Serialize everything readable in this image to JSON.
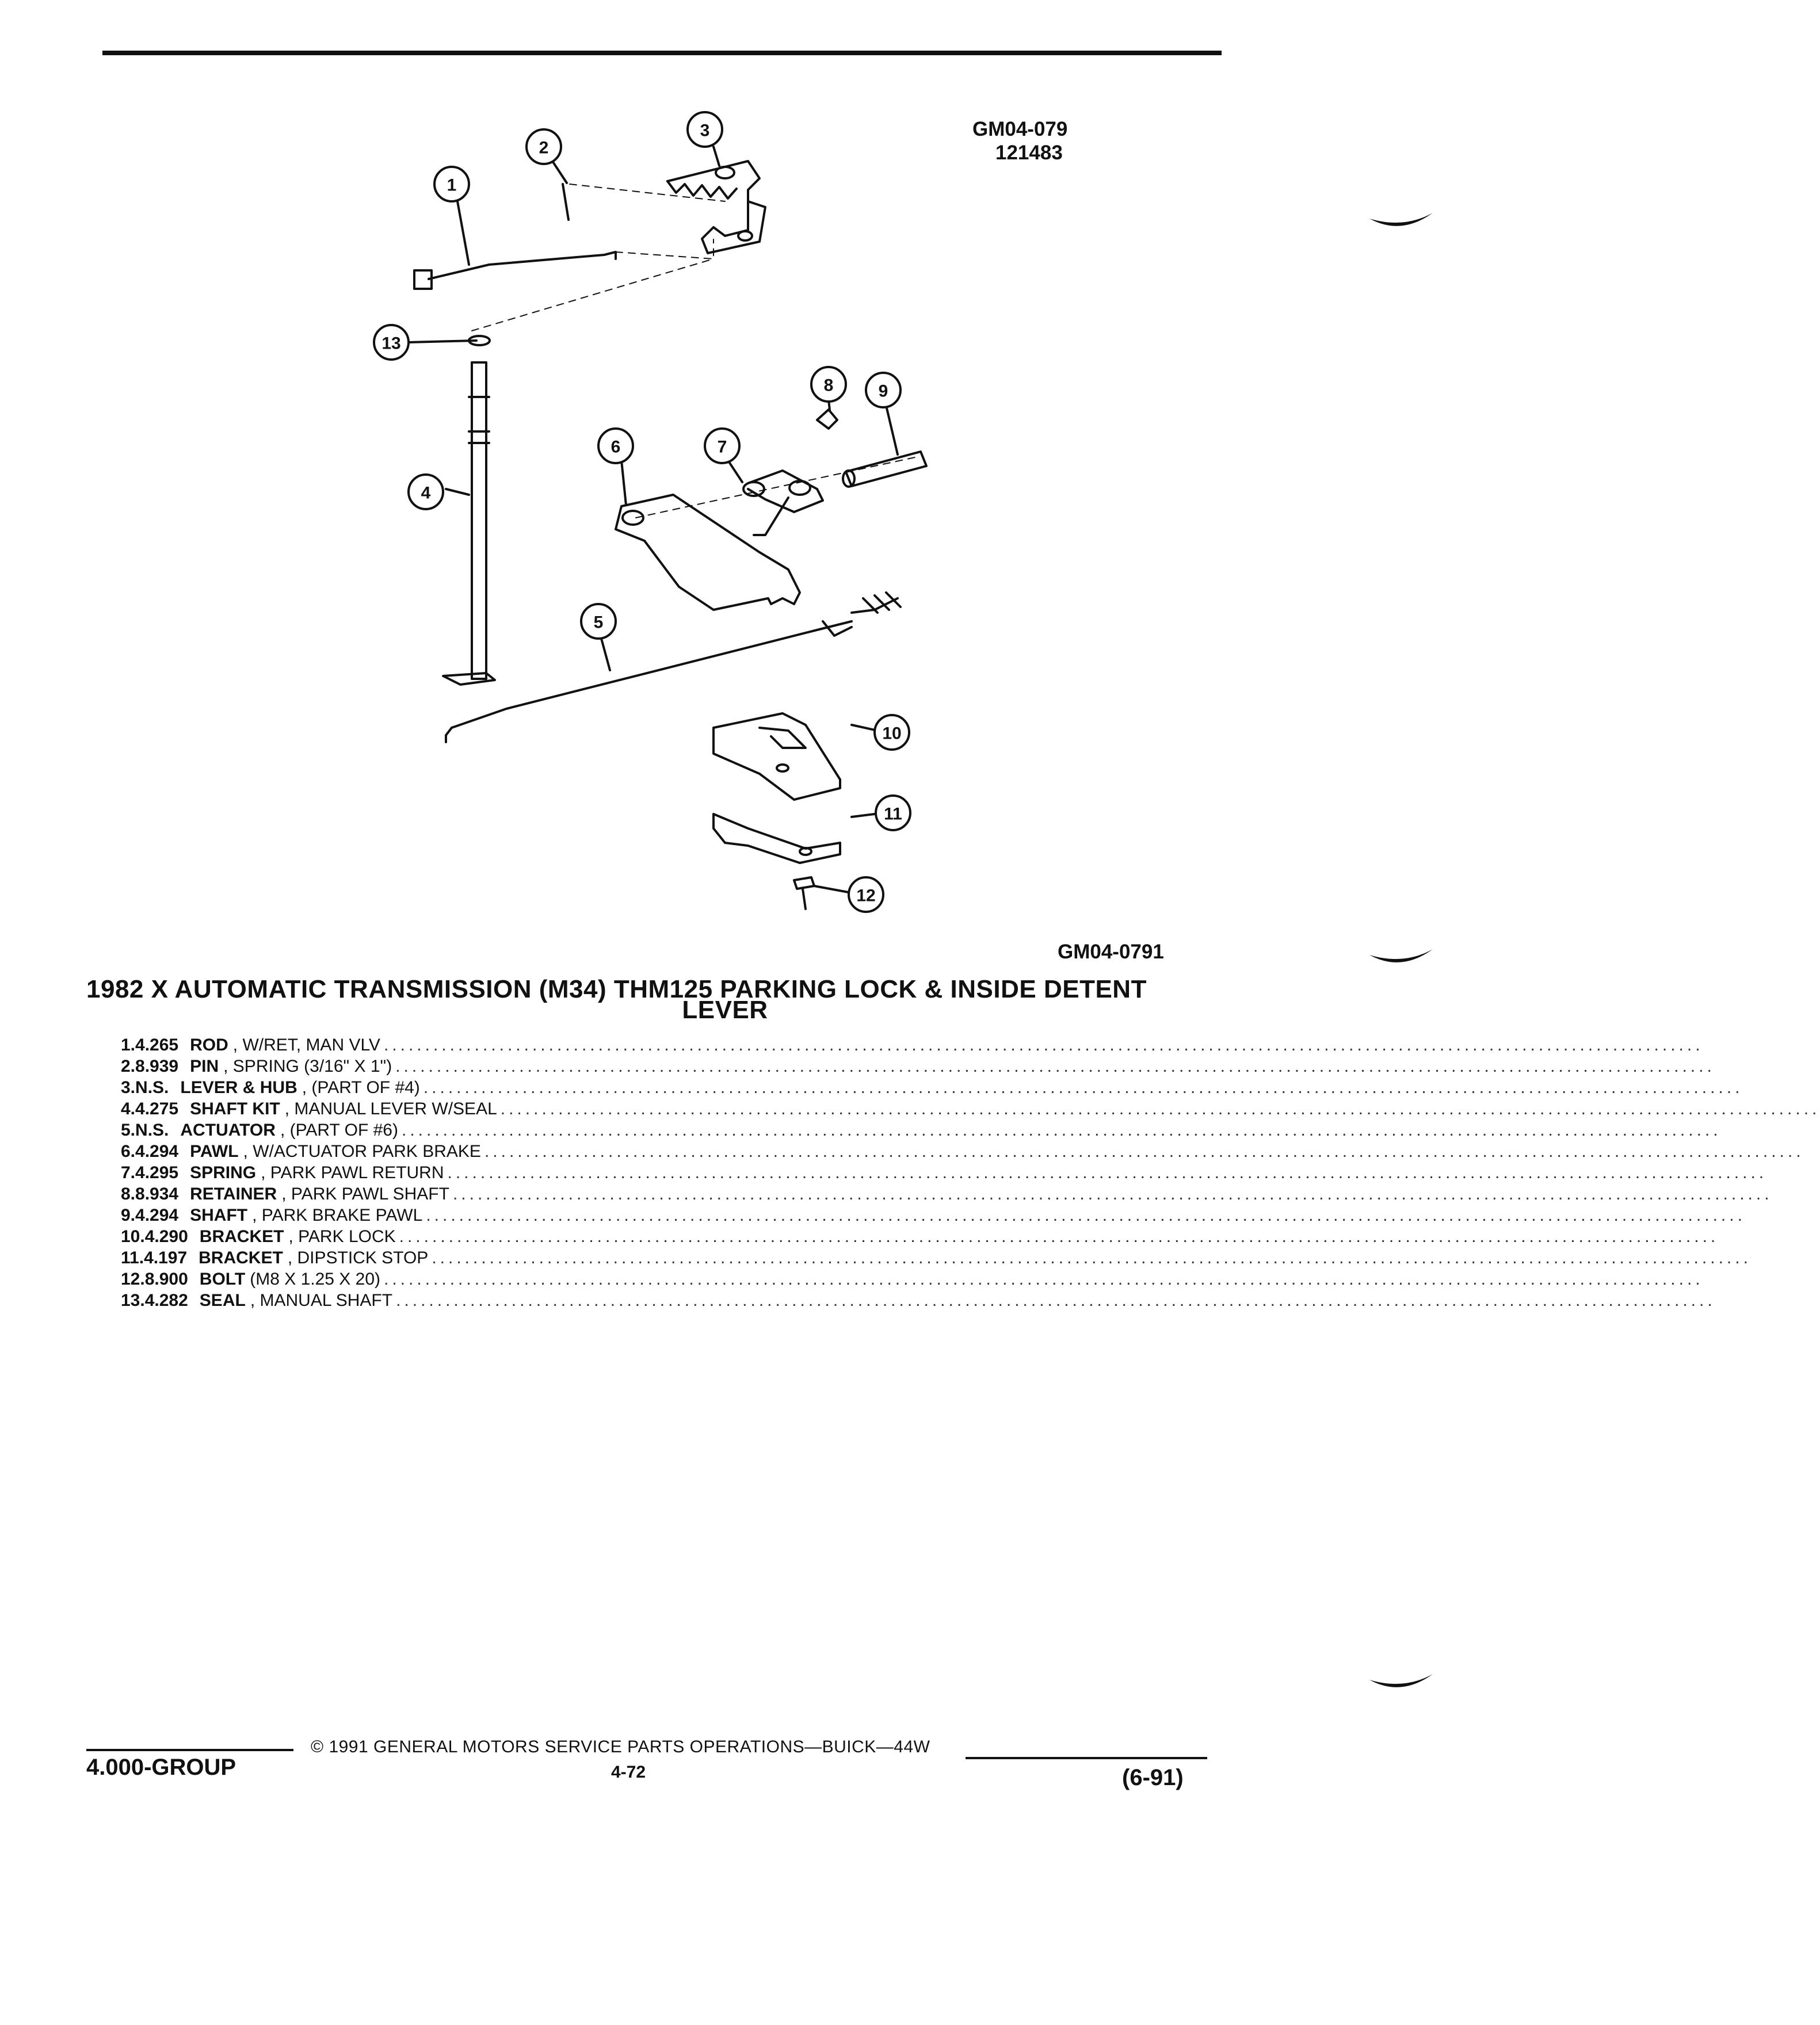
{
  "figure": {
    "code_top": "GM04-079",
    "code_top_sub": "121483",
    "code_bottom": "GM04-0791",
    "callouts": [
      "1",
      "2",
      "3",
      "4",
      "5",
      "6",
      "7",
      "8",
      "9",
      "10",
      "11",
      "12",
      "13"
    ]
  },
  "title": {
    "line1": "1982 X AUTOMATIC TRANSMISSION (M34) THM125 PARKING LOCK & INSIDE DETENT",
    "line2": "LEVER"
  },
  "parts": [
    {
      "num": "1.",
      "code": "4.265",
      "name": "ROD",
      "desc": ", W/RET, MAN VLV"
    },
    {
      "num": "2.",
      "code": "8.939",
      "name": "PIN",
      "desc": ", SPRING (3/16\" X 1\")"
    },
    {
      "num": "3.",
      "code": "N.S.",
      "name": "LEVER & HUB",
      "desc": ", (PART OF #4)"
    },
    {
      "num": "4.",
      "code": "4.275",
      "name": "SHAFT KIT",
      "desc": ", MANUAL LEVER W/SEAL"
    },
    {
      "num": "5.",
      "code": "N.S.",
      "name": "ACTUATOR",
      "desc": ", (PART OF #6)"
    },
    {
      "num": "6.",
      "code": "4.294",
      "name": "PAWL",
      "desc": ", W/ACTUATOR PARK BRAKE"
    },
    {
      "num": "7.",
      "code": "4.295",
      "name": "SPRING",
      "desc": ", PARK PAWL RETURN"
    },
    {
      "num": "8.",
      "code": "8.934",
      "name": "RETAINER",
      "desc": ", PARK PAWL SHAFT"
    },
    {
      "num": "9.",
      "code": "4.294",
      "name": "SHAFT",
      "desc": ", PARK BRAKE PAWL"
    },
    {
      "num": "10.",
      "code": "4.290",
      "name": "BRACKET",
      "desc": ", PARK LOCK"
    },
    {
      "num": "11.",
      "code": "4.197",
      "name": "BRACKET",
      "desc": ", DIPSTICK STOP"
    },
    {
      "num": "12.",
      "code": "8.900",
      "name": "BOLT",
      "desc": " (M8 X 1.25 X 20)"
    },
    {
      "num": "13.",
      "code": "4.282",
      "name": "SEAL",
      "desc": ", MANUAL SHAFT"
    }
  ],
  "footer": {
    "group": "4.000-GROUP",
    "copyright": "© 1991 GENERAL MOTORS SERVICE PARTS OPERATIONS—BUICK—44W",
    "page": "4-72",
    "date": "(6-91)"
  }
}
